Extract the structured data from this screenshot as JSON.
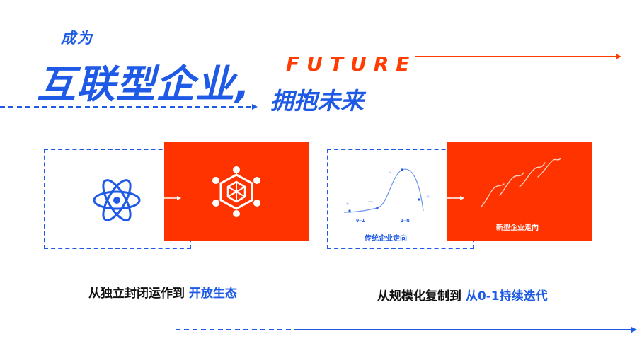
{
  "header": {
    "subtitle": "成为",
    "title_main": "互联型企业,",
    "future": "FUTURE",
    "title_sub": "拥抱未来"
  },
  "left_panel": {
    "caption_prefix": "从独立封闭运作到",
    "caption_highlight": "开放生态",
    "icons": [
      "atom-icon",
      "network-hexagon-icon"
    ]
  },
  "right_panel": {
    "caption_prefix": "从规模化复制到",
    "caption_highlight": "从0-1持续迭代",
    "traditional_label": "传统企业走向",
    "new_label": "新型企业走向",
    "axis_left": "0—1",
    "axis_right": "1—N"
  },
  "colors": {
    "blue": "#1e5ae6",
    "red": "#ff3300",
    "orange": "#ff3d00"
  }
}
